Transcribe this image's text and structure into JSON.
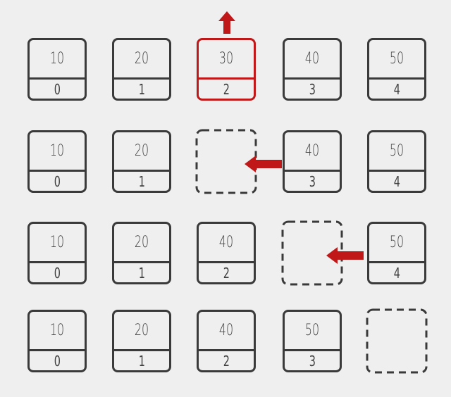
{
  "colors": {
    "border": "#3a3a3a",
    "highlight": "#c01818",
    "background": "#efefef"
  },
  "rows": [
    {
      "cells": [
        {
          "value": "10",
          "index": "0"
        },
        {
          "value": "20",
          "index": "1"
        },
        {
          "value": "30",
          "index": "2",
          "highlight": true
        },
        {
          "value": "40",
          "index": "3"
        },
        {
          "value": "50",
          "index": "4"
        }
      ]
    },
    {
      "cells": [
        {
          "value": "10",
          "index": "0"
        },
        {
          "value": "20",
          "index": "1"
        },
        {
          "empty": true
        },
        {
          "value": "40",
          "index": "3"
        },
        {
          "value": "50",
          "index": "4"
        }
      ]
    },
    {
      "cells": [
        {
          "value": "10",
          "index": "0"
        },
        {
          "value": "20",
          "index": "1"
        },
        {
          "value": "40",
          "index": "2"
        },
        {
          "empty": true
        },
        {
          "value": "50",
          "index": "4"
        }
      ]
    },
    {
      "cells": [
        {
          "value": "10",
          "index": "0"
        },
        {
          "value": "20",
          "index": "1"
        },
        {
          "value": "40",
          "index": "2"
        },
        {
          "value": "50",
          "index": "3"
        },
        {
          "empty": true
        }
      ]
    }
  ],
  "arrows": [
    {
      "direction": "up",
      "name": "remove-arrow-up-icon"
    },
    {
      "direction": "left",
      "name": "shift-left-arrow-icon"
    },
    {
      "direction": "left",
      "name": "shift-left-arrow-icon"
    }
  ]
}
